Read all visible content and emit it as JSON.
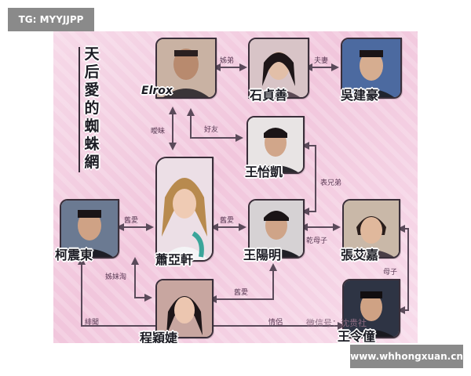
{
  "watermark_top_left": "TG: MYYJJPP",
  "watermark_bottom_right": "www.whhongxuan.cn",
  "title": "天后愛的蜘蛛網",
  "wechat_mark": "微信号：沈贵社",
  "people": {
    "elrox": "Elrox",
    "shi": "石貞善",
    "wu": "吳建豪",
    "wang_yikai": "王怡凱",
    "ke": "柯震東",
    "xiao": "蕭亞軒",
    "wang_yangming": "王陽明",
    "zhang": "張艾嘉",
    "cheng": "程穎婕",
    "wang_lingtong": "王令僮"
  },
  "relations": {
    "siblings_in_law": "姊弟",
    "married": "夫妻",
    "ambiguous": "曖昧",
    "friends": "好友",
    "cousins": "表兄弟",
    "ex_lovers_1": "舊愛",
    "ex_lovers_2": "舊愛",
    "ex_lovers_3": "舊愛",
    "godmother": "乾母子",
    "mother_son": "母子",
    "sisters": "姊妹淘",
    "rumor": "緋聞",
    "couple": "情侶"
  }
}
